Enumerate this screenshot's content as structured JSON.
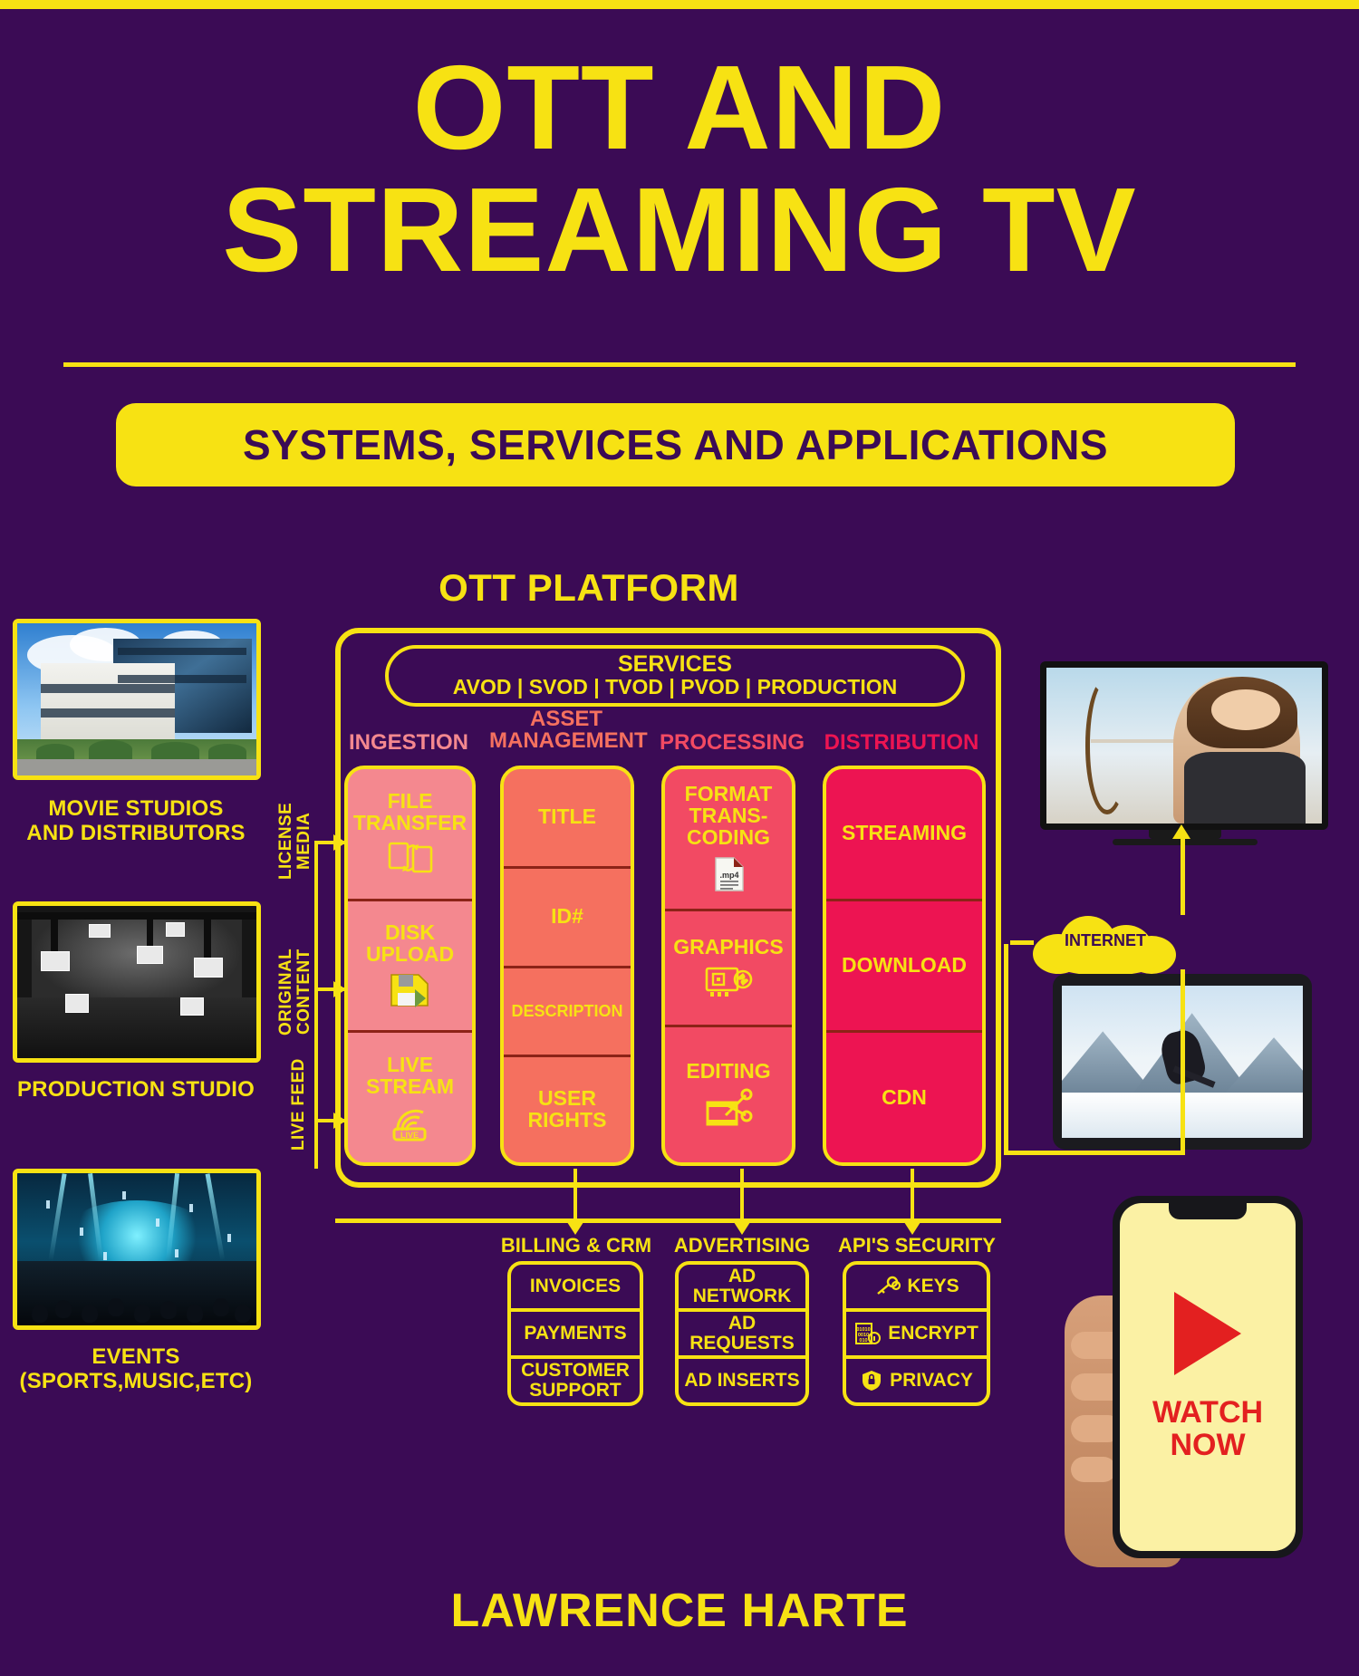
{
  "cover": {
    "title_line1": "OTT AND",
    "title_line2": "STREAMING TV",
    "subtitle": "SYSTEMS, SERVICES AND APPLICATIONS",
    "author": "LAWRENCE HARTE",
    "background_color": "#3B0B55",
    "accent_color": "#F7E213"
  },
  "diagram": {
    "platform_title": "OTT PLATFORM",
    "services": {
      "heading": "SERVICES",
      "items_line": "AVOD | SVOD | TVOD | PVOD | PRODUCTION"
    },
    "inputs": [
      {
        "label": "LICENSE MEDIA"
      },
      {
        "label": "ORIGINAL CONTENT"
      },
      {
        "label": "LIVE FEED"
      }
    ],
    "columns": [
      {
        "header": "INGESTION",
        "header_color": "#F4888F",
        "fill_color": "#F4888F",
        "cells": [
          {
            "label": "FILE TRANSFER",
            "icon": "file-transfer-icon"
          },
          {
            "label": "DISK UPLOAD",
            "icon": "floppy-disk-icon"
          },
          {
            "label": "LIVE STREAM",
            "icon": "live-broadcast-icon"
          }
        ]
      },
      {
        "header": "ASSET MANAGEMENT",
        "header_color": "#F5705F",
        "fill_color": "#F5705F",
        "cells": [
          {
            "label": "TITLE",
            "icon": ""
          },
          {
            "label": "ID#",
            "icon": ""
          },
          {
            "label": "DESCRIPTION",
            "icon": ""
          },
          {
            "label": "USER RIGHTS",
            "icon": ""
          }
        ]
      },
      {
        "header": "PROCESSING",
        "header_color": "#F24A63",
        "fill_color": "#F24A63",
        "cells": [
          {
            "label": "FORMAT TRANS- CODING",
            "icon": "mp4-file-icon"
          },
          {
            "label": "GRAPHICS",
            "icon": "graphics-card-icon"
          },
          {
            "label": "EDITING",
            "icon": "film-scissors-icon"
          }
        ]
      },
      {
        "header": "DISTRIBUTION",
        "header_color": "#ED1452",
        "fill_color": "#ED1452",
        "cells": [
          {
            "label": "STREAMING",
            "icon": ""
          },
          {
            "label": "DOWNLOAD",
            "icon": ""
          },
          {
            "label": "CDN",
            "icon": ""
          }
        ]
      }
    ],
    "support_groups": [
      {
        "title": "BILLING & CRM",
        "rows": [
          {
            "label": "INVOICES",
            "icon": ""
          },
          {
            "label": "PAYMENTS",
            "icon": ""
          },
          {
            "label": "CUSTOMER SUPPORT",
            "icon": ""
          }
        ]
      },
      {
        "title": "ADVERTISING",
        "rows": [
          {
            "label": "AD NETWORK",
            "icon": ""
          },
          {
            "label": "AD REQUESTS",
            "icon": ""
          },
          {
            "label": "AD INSERTS",
            "icon": ""
          }
        ]
      },
      {
        "title": "API'S SECURITY",
        "rows": [
          {
            "label": "KEYS",
            "icon": "keys-icon"
          },
          {
            "label": "ENCRYPT",
            "icon": "encrypt-document-icon"
          },
          {
            "label": "PRIVACY",
            "icon": "shield-lock-icon"
          }
        ]
      }
    ],
    "network": {
      "cloud_label": "INTERNET"
    }
  },
  "sources": [
    {
      "caption_line1": "MOVIE STUDIOS",
      "caption_line2": "AND DISTRIBUTORS",
      "image": "office-building-photo"
    },
    {
      "caption_line1": "PRODUCTION STUDIO",
      "caption_line2": "",
      "image": "film-studio-photo"
    },
    {
      "caption_line1": "EVENTS",
      "caption_line2": "(SPORTS,MUSIC,ETC)",
      "image": "concert-crowd-photo"
    }
  ],
  "devices": [
    {
      "name": "television",
      "content": "archery-photo"
    },
    {
      "name": "tablet",
      "content": "skier-photo"
    },
    {
      "name": "smartphone",
      "cta_line1": "WATCH",
      "cta_line2": "NOW",
      "icon": "play-button-icon"
    }
  ]
}
